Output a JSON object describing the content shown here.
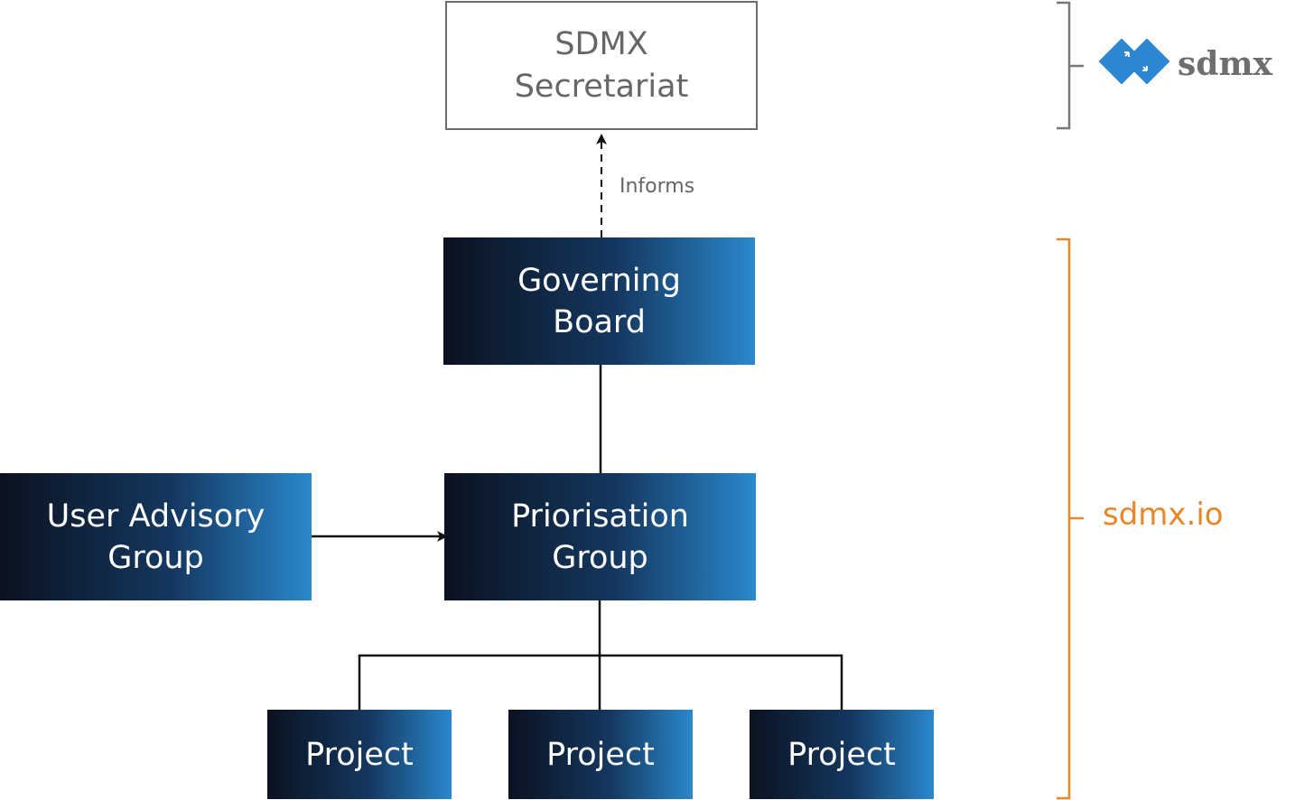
{
  "nodes": {
    "secretariat": {
      "line1": "SDMX",
      "line2": "Secretariat"
    },
    "governing_board": {
      "line1": "Governing",
      "line2": "Board"
    },
    "user_advisory_group": {
      "line1": "User Advisory",
      "line2": "Group"
    },
    "priorisation_group": {
      "line1": "Priorisation",
      "line2": "Group"
    },
    "projects": [
      "Project",
      "Project",
      "Project"
    ]
  },
  "edges": {
    "informs_label": "Informs"
  },
  "brackets": {
    "top_logo_text": "sdmx",
    "bottom_label": "sdmx.io"
  },
  "colors": {
    "box_gradient_start": "#0b1220",
    "box_gradient_end": "#2a88cc",
    "outline_gray": "#6b6b6b",
    "accent_orange": "#e8862a",
    "logo_blue": "#2d86d1"
  }
}
